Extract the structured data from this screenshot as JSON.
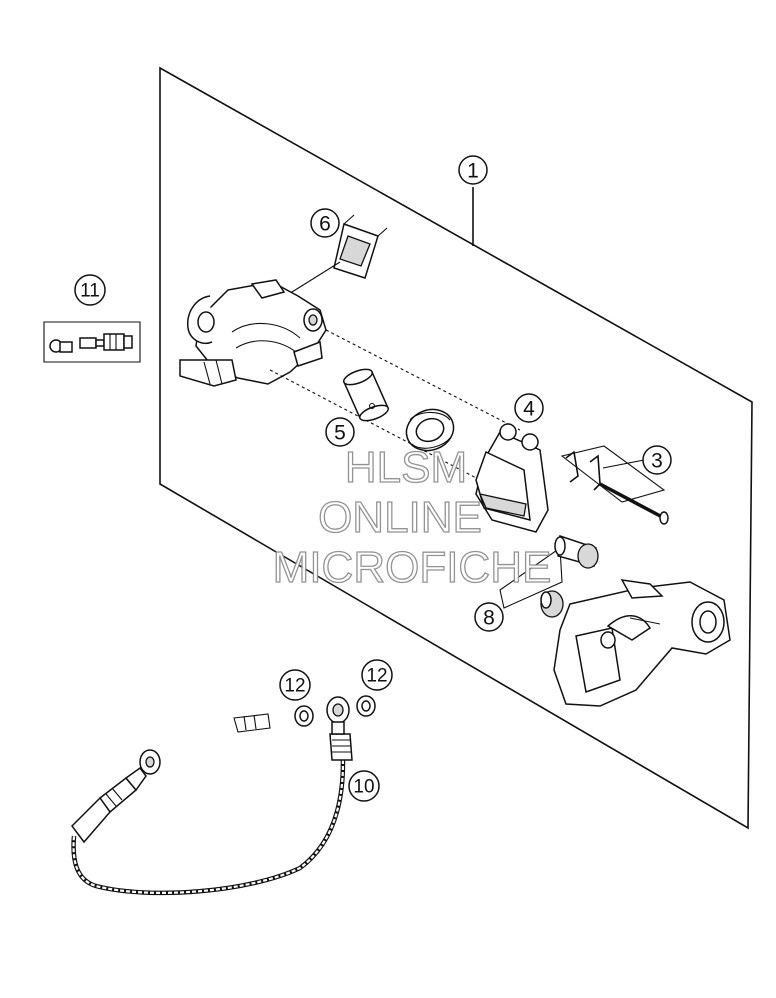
{
  "callouts": [
    {
      "id": "callout-1",
      "label": "1"
    },
    {
      "id": "callout-3",
      "label": "3"
    },
    {
      "id": "callout-4",
      "label": "4"
    },
    {
      "id": "callout-5",
      "label": "5"
    },
    {
      "id": "callout-6",
      "label": "6"
    },
    {
      "id": "callout-8",
      "label": "8"
    },
    {
      "id": "callout-10",
      "label": "10"
    },
    {
      "id": "callout-11",
      "label": "11"
    },
    {
      "id": "callout-12a",
      "label": "12"
    },
    {
      "id": "callout-12b",
      "label": "12"
    }
  ],
  "watermark": {
    "line1": "HLSM",
    "line2": "ONLINE",
    "line3": "MICROFICHE"
  },
  "colors": {
    "line": "#111111",
    "watermark_outline": "#8e8e8e",
    "background": "#ffffff"
  }
}
